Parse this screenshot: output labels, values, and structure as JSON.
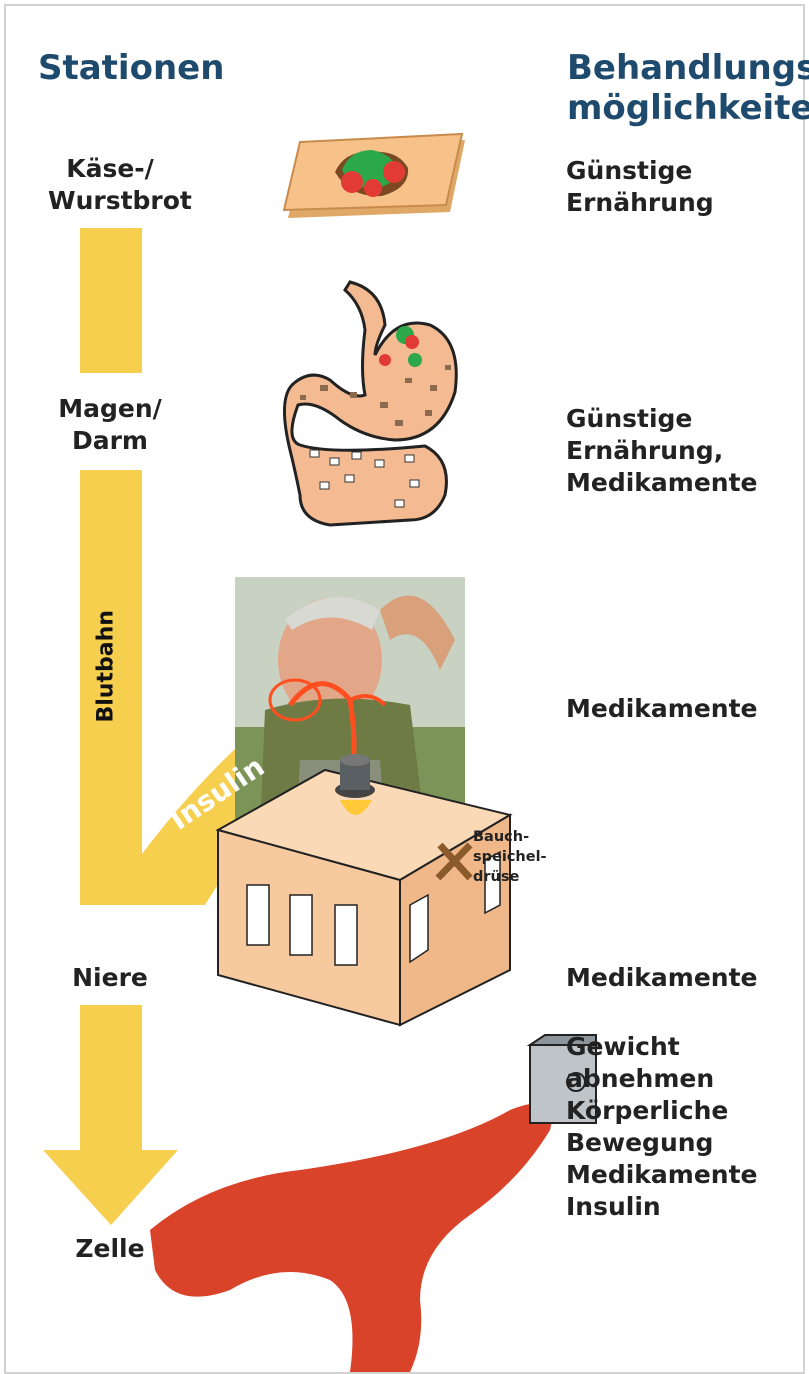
{
  "headers": {
    "left": "Stationen",
    "right": "Behandlungs-\nmöglichkeiten"
  },
  "stations": [
    "Käse-/\nWurstbrot",
    "Magen/\nDarm",
    "Niere",
    "Zelle"
  ],
  "arrow_labels": {
    "bloodstream": "Blutbahn",
    "insulin": "Insulin",
    "pancreas": "Bauch-\nspeichel-\ndrüse"
  },
  "treatments": [
    "Günstige\nErnährung",
    "Günstige\nErnährung,\nMedikamente",
    "Medikamente",
    "Medikamente",
    "Gewicht\nabnehmen\nKörperliche\nBewegung\nMedikamente\nInsulin"
  ],
  "colors": {
    "heading": "#1e4a6e",
    "arrow": "#f7cf4e",
    "blood": "#d8432a",
    "stomach": "#f4bb93",
    "house": "#f6c99e"
  }
}
